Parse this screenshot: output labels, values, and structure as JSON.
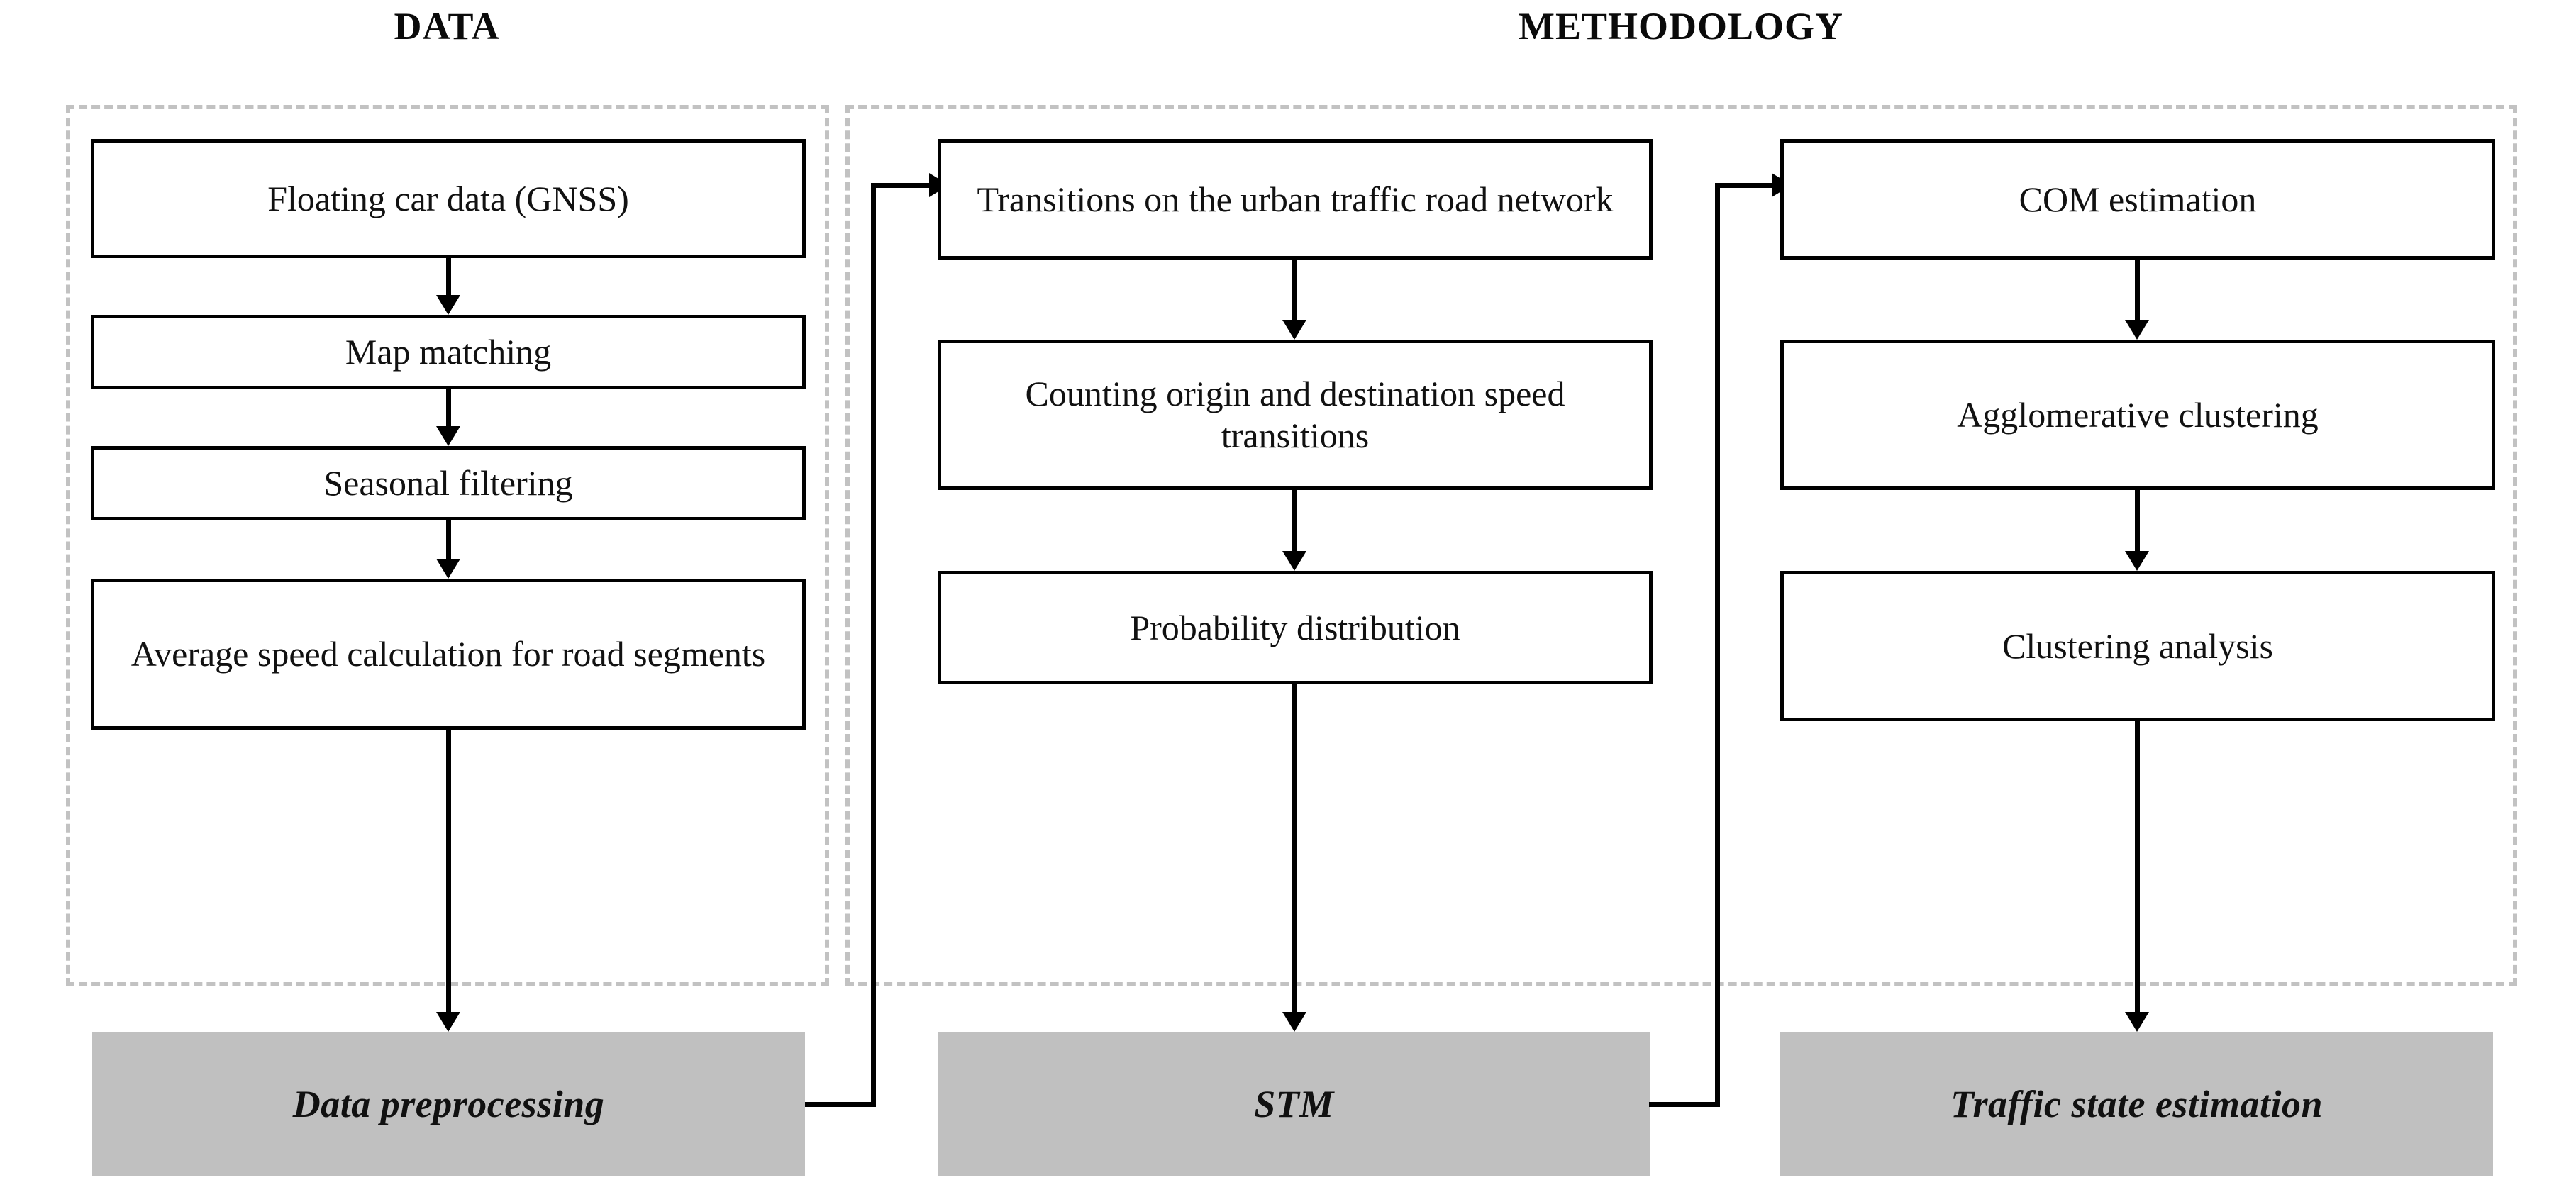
{
  "headers": [
    {
      "label": "DATA"
    },
    {
      "label": "METHODOLOGY"
    }
  ],
  "groups": [
    {
      "name": "data-group"
    },
    {
      "name": "methodology-group"
    }
  ],
  "columns": [
    {
      "id": "data-preprocessing",
      "stage_label": "Data preprocessing",
      "nodes": [
        {
          "label": "Floating car data (GNSS)"
        },
        {
          "label": "Map matching"
        },
        {
          "label": "Seasonal filtering"
        },
        {
          "label": "Average speed calculation for road segments"
        }
      ]
    },
    {
      "id": "stm",
      "stage_label": "STM",
      "nodes": [
        {
          "label": "Transitions on the urban traffic road network"
        },
        {
          "label": "Counting origin and destination speed transitions"
        },
        {
          "label": "Probability distribution"
        }
      ]
    },
    {
      "id": "traffic-state-estimation",
      "stage_label": "Traffic state estimation",
      "nodes": [
        {
          "label": "COM estimation"
        },
        {
          "label": "Agglomerative clustering"
        },
        {
          "label": "Clustering analysis"
        }
      ]
    }
  ],
  "colors": {
    "stage_fill": "#c0c0c0",
    "node_border": "#000000",
    "node_fill": "#ffffff",
    "dashed_border": "#c2c2c2",
    "connector": "#000000",
    "text": "#111111",
    "background": "#ffffff"
  }
}
